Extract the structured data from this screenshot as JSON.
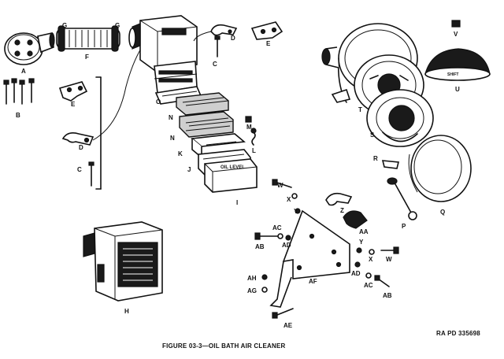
{
  "figure": {
    "caption": "FIGURE 03-3—OIL BATH AIR CLEANER",
    "ref_number": "RA PD 335698"
  },
  "part_labels": {
    "A": "A",
    "B": "B",
    "C": "C",
    "C2": "C",
    "D": "D",
    "D2": "D",
    "E": "E",
    "E2": "E",
    "F": "F",
    "G1": "G",
    "G2": "G",
    "H": "H",
    "I": "I",
    "J": "J",
    "K": "K",
    "L": "L",
    "M": "M",
    "N1": "N",
    "N2": "N",
    "O": "O",
    "P": "P",
    "Q": "Q",
    "R": "R",
    "S": "S",
    "T": "T",
    "U": "U",
    "V": "V",
    "W1": "W",
    "W2": "W",
    "X1": "X",
    "X2": "X",
    "Y1": "Y",
    "Y2": "Y",
    "Z": "Z",
    "AA": "AA",
    "AB1": "AB",
    "AB2": "AB",
    "AC1": "AC",
    "AC2": "AC",
    "AD1": "AD",
    "AD2": "AD",
    "AE": "AE",
    "AF": "AF",
    "AG": "AG",
    "AH": "AH"
  },
  "stamped_text": {
    "oil_level": "OIL LEVEL",
    "cover_mark": "SHIFT"
  }
}
